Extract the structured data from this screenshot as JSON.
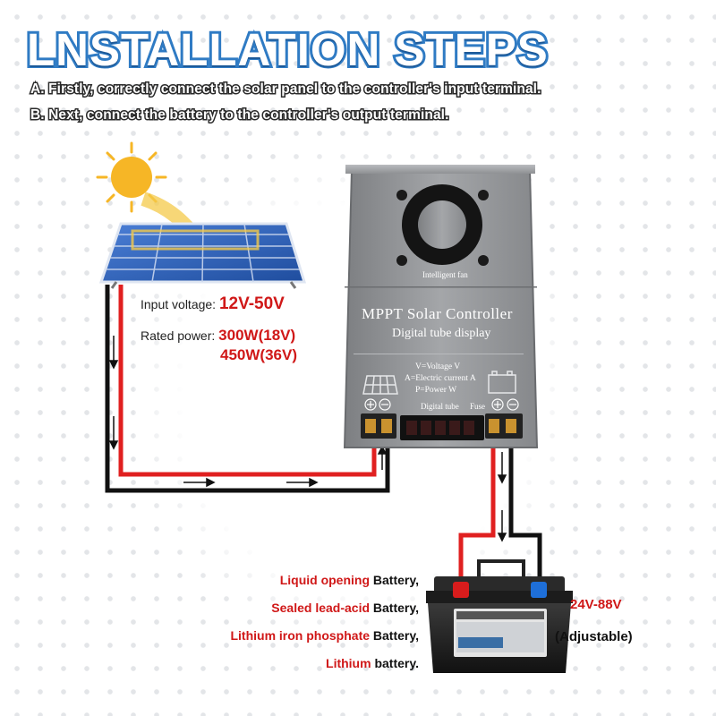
{
  "title": "LNSTALLATION STEPS",
  "steps": {
    "a": "A. Firstly, correctly connect the solar panel to the controller's input terminal.",
    "b": "B. Next, connect the battery to the controller's output terminal."
  },
  "input_specs": {
    "voltage_label": "Input voltage:",
    "voltage_value": "12V-50V",
    "power_label": "Rated power:",
    "power_value_1": "300W(18V)",
    "power_value_2": "450W(36V)"
  },
  "controller": {
    "fan_label": "Intelligent fan",
    "name": "MPPT  Solar  Controller",
    "subtitle": "Digital tube display",
    "legend_v": "V=Voltage V",
    "legend_a": "A=Electric current A",
    "legend_p": "P=Power W",
    "digital_tube_label": "Digital tube",
    "fuse_label": "Fuse"
  },
  "battery_types": [
    {
      "highlight": "Liquid opening",
      "suffix": " Battery,"
    },
    {
      "highlight": "Sealed lead-acid",
      "suffix": " Battery,"
    },
    {
      "highlight": "Lithium iron phosphate",
      "suffix": " Battery,"
    },
    {
      "highlight": "Lithium",
      "suffix": " battery."
    }
  ],
  "output_specs": {
    "voltage": "24V-88V",
    "note": "(Adjustable)"
  },
  "colors": {
    "title_blue": "#2f7bc4",
    "accent_red": "#d01818",
    "wire_red": "#e02020",
    "wire_black": "#111111",
    "controller_gray": "#8e9093",
    "sun": "#f6b626",
    "panel_blue": "#2f5fb8"
  }
}
